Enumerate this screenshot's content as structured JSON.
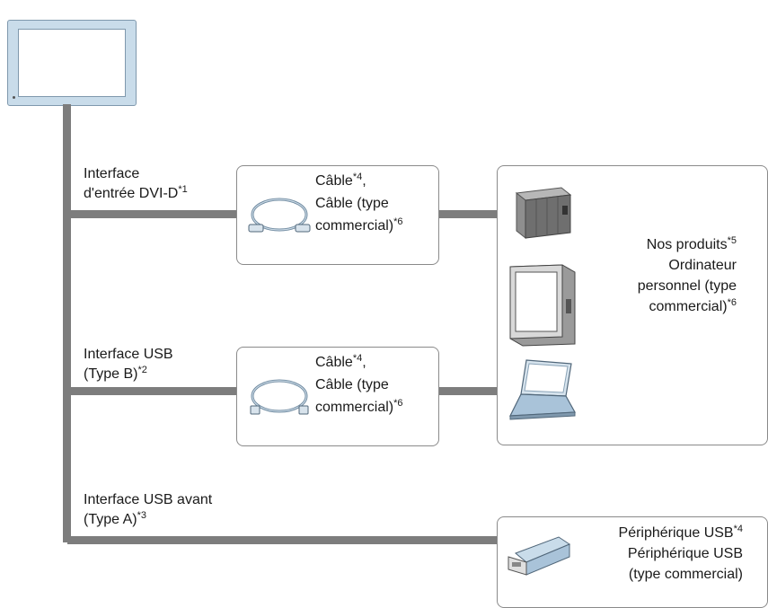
{
  "interfaces": {
    "dvi": {
      "line1": "Interface",
      "line2": "d'entrée DVI-D",
      "note": "*1"
    },
    "usb_b": {
      "line1": "Interface USB",
      "line2": "(Type B)",
      "note": "*2"
    },
    "usb_front": {
      "line1": "Interface USB avant",
      "line2": "(Type A)",
      "note": "*3"
    }
  },
  "cable_box_1": {
    "cable": "Câble",
    "cable_note": "*4",
    "comma": ",",
    "line2": "Câble (type",
    "line3": "commercial)",
    "line3_note": "*6"
  },
  "cable_box_2": {
    "cable": "Câble",
    "cable_note": "*4",
    "comma": ",",
    "line2": "Câble (type",
    "line3": "commercial)",
    "line3_note": "*6"
  },
  "devices_box": {
    "line1": "Nos produits",
    "line1_note": "*5",
    "line2": "Ordinateur",
    "line3": "personnel (type",
    "line4": "commercial)",
    "line4_note": "*6"
  },
  "usb_device_box": {
    "line1": "Périphérique USB",
    "line1_note": "*4",
    "line2": "Périphérique USB",
    "line3": "(type commercial)"
  },
  "colors": {
    "line": "#7d7d7d",
    "box_border": "#8a8a8a",
    "display_frame": "#c9dcea",
    "device_fill": "#a9c3d9"
  }
}
